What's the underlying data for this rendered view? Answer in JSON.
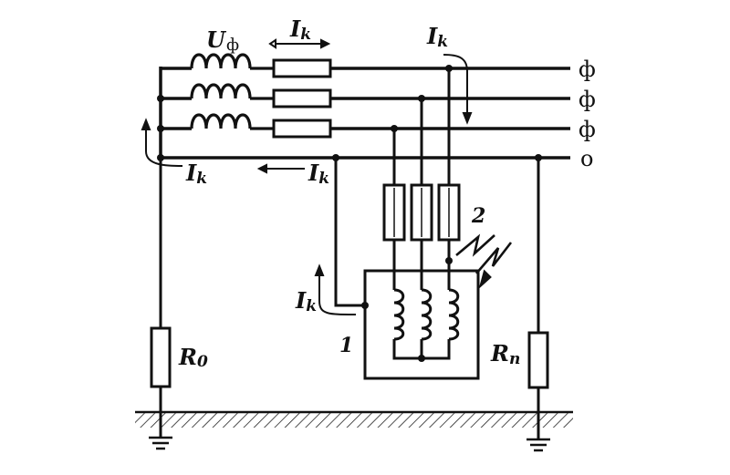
{
  "labels": {
    "phase_voltage": "U",
    "phase_voltage_sub": "ф",
    "current": "I",
    "current_sub": "k",
    "neutral_resistance": "R",
    "neutral_resistance_sub": "0",
    "repeat_ground_resistance": "R",
    "repeat_ground_resistance_sub": "n",
    "equipment_number": "1",
    "fault_number": "2"
  },
  "terminals": {
    "phase_1": "ф",
    "phase_2": "ф",
    "phase_3": "ф",
    "neutral": "o"
  },
  "colors": {
    "line": "#111111",
    "background": "#ffffff"
  }
}
